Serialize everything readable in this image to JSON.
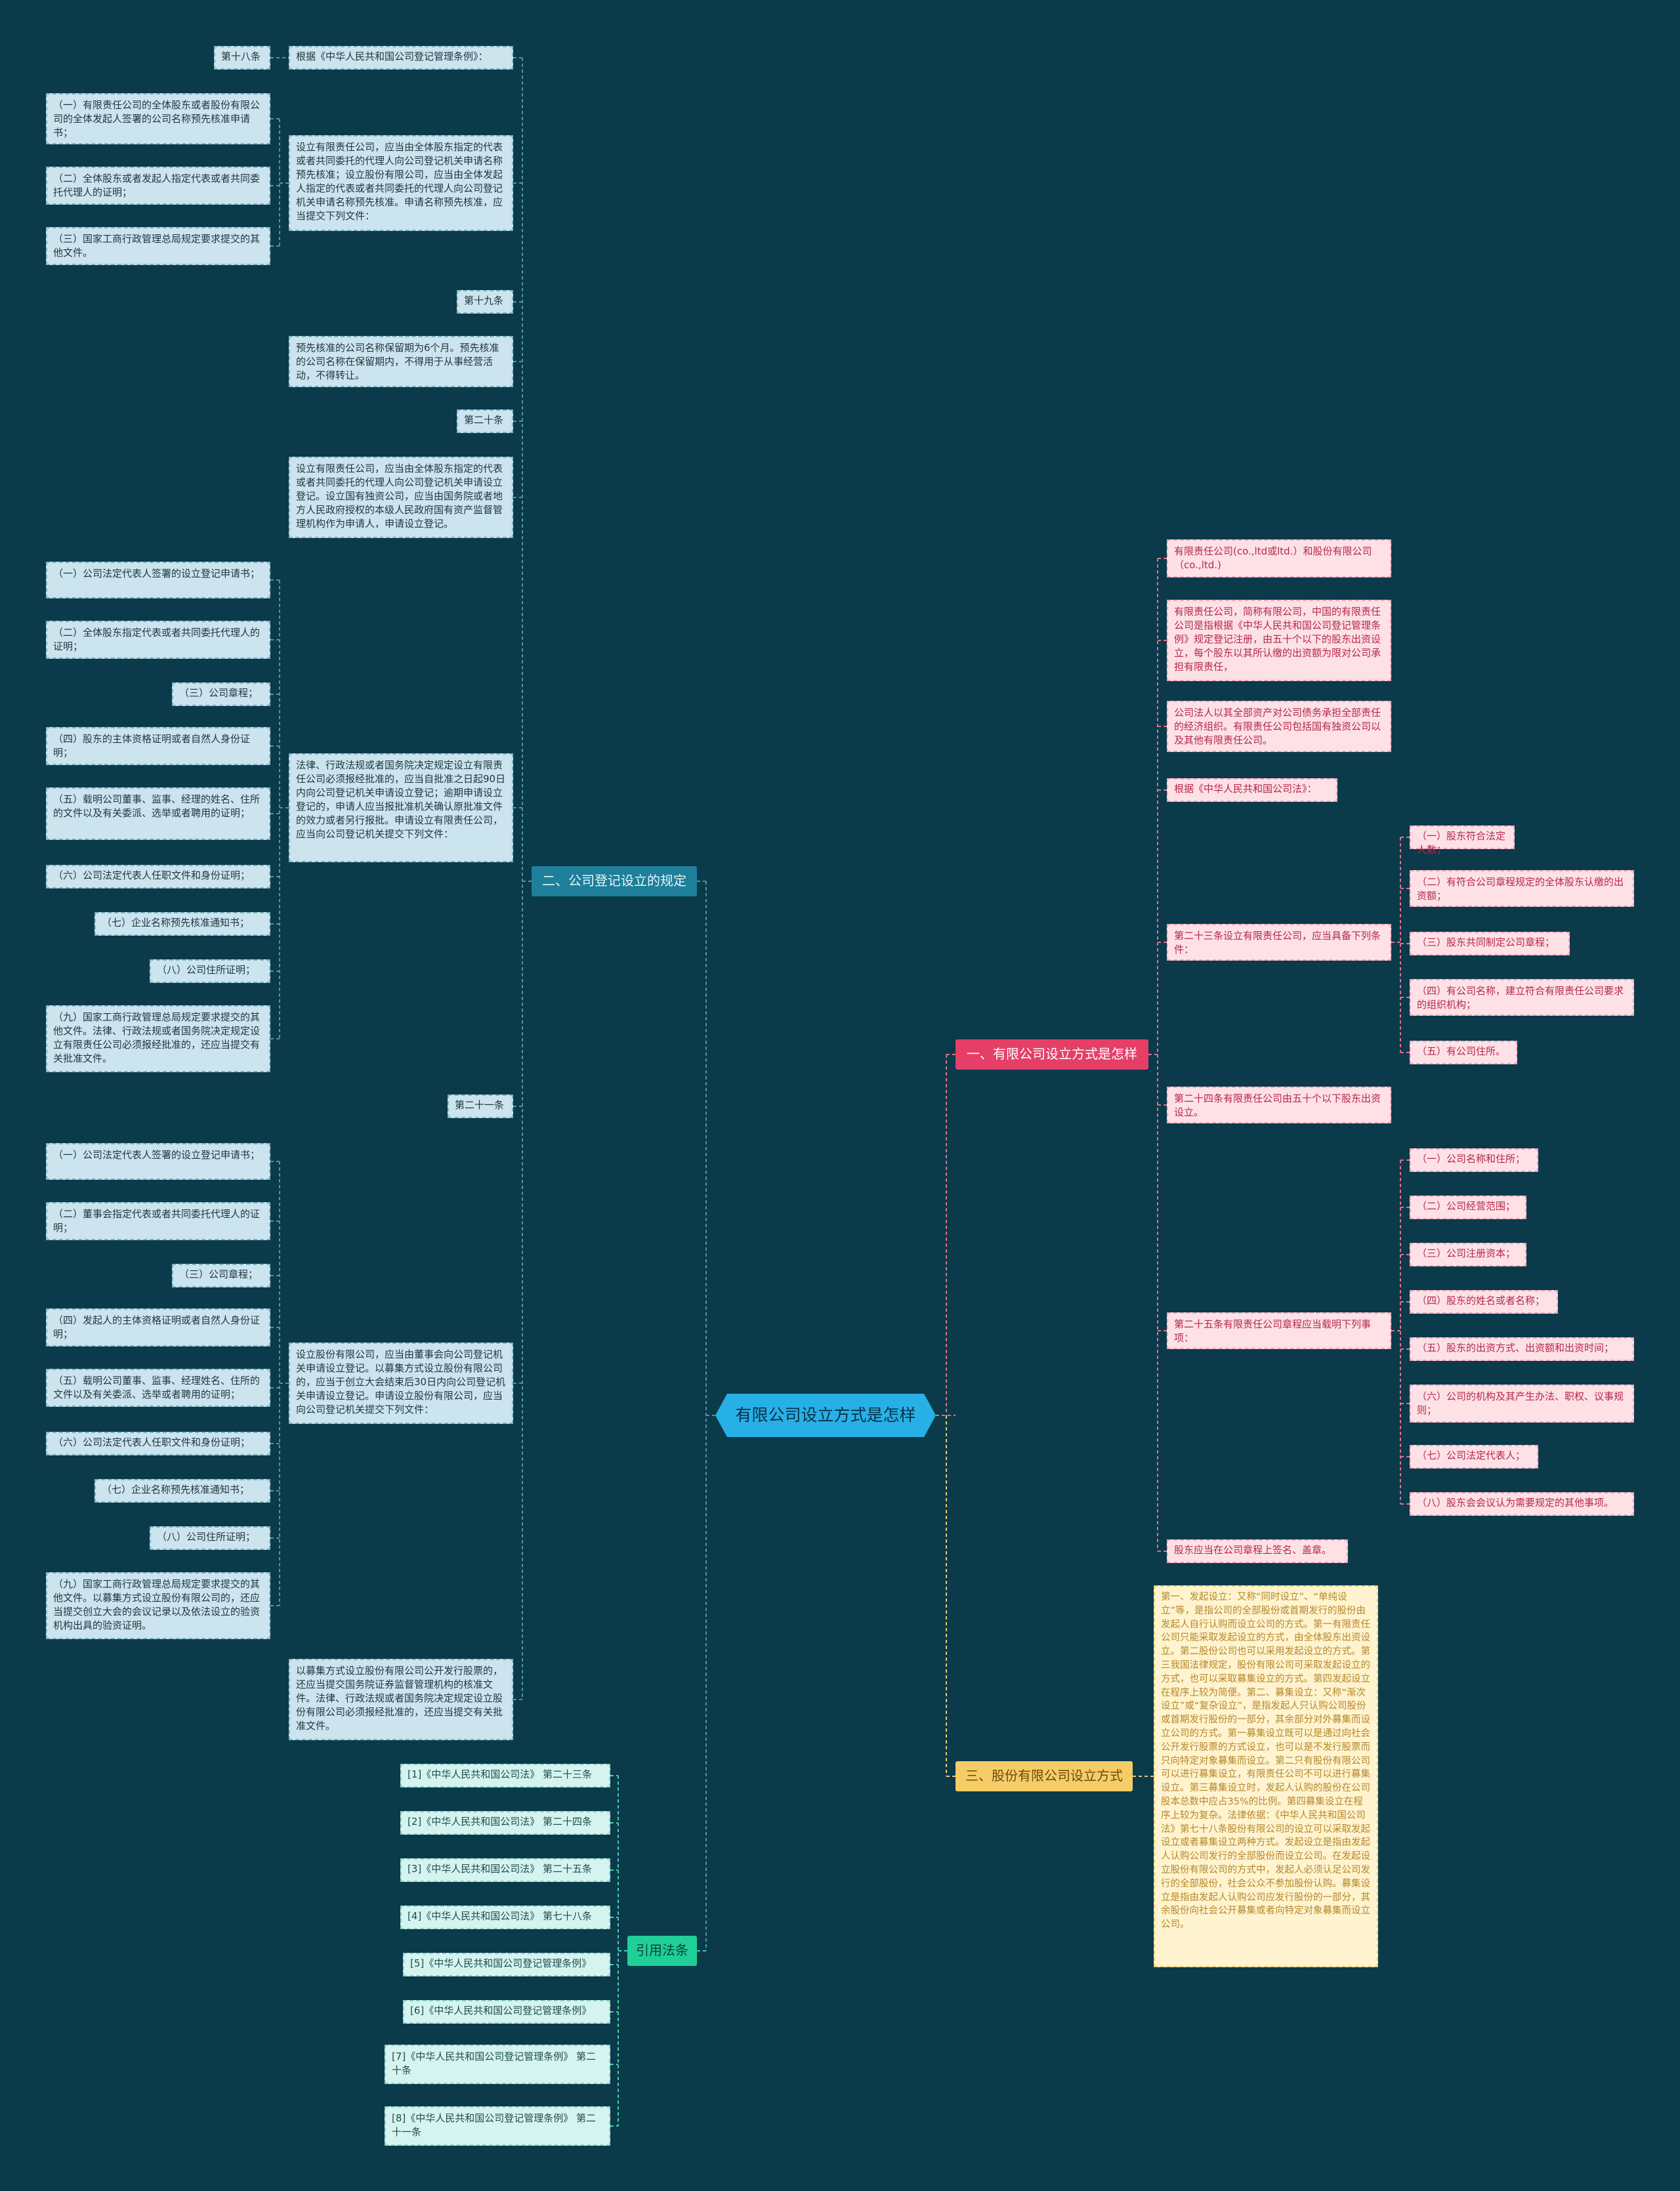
{
  "center": "有限公司设立方式是怎样",
  "branches": {
    "b1": "一、有限公司设立方式是怎样",
    "b2": "二、公司登记设立的规定",
    "b3": "三、股份有限公司设立方式",
    "b4": "引用法条"
  },
  "b1": {
    "intro": "有限责任公司(co.,ltd或ltd.）和股份有限公司（co.,ltd.)",
    "def": "有限责任公司，简称有限公司，中国的有限责任公司是指根据《中华人民共和国公司登记管理条例》规定登记注册，由五十个以下的股东出资设立，每个股东以其所认缴的出资额为限对公司承担有限责任，",
    "legal_person": "公司法人以其全部资产对公司债务承担全部责任的经济组织。有限责任公司包括国有独资公司以及其他有限责任公司。",
    "basis": "根据《中华人民共和国公司法》：",
    "art23": "第二十三条设立有限责任公司，应当具备下列条件：",
    "art23_items": [
      "（一）股东符合法定人数；",
      "（二）有符合公司章程规定的全体股东认缴的出资额；",
      "（三）股东共同制定公司章程；",
      "（四）有公司名称，建立符合有限责任公司要求的组织机构；",
      "（五）有公司住所。"
    ],
    "art24": "第二十四条有限责任公司由五十个以下股东出资设立。",
    "art25": "第二十五条有限责任公司章程应当载明下列事项：",
    "art25_items": [
      "（一）公司名称和住所；",
      "（二）公司经营范围；",
      "（三）公司注册资本；",
      "（四）股东的姓名或者名称；",
      "（五）股东的出资方式、出资额和出资时间；",
      "（六）公司的机构及其产生办法、职权、议事规则；",
      "（七）公司法定代表人；",
      "（八）股东会会议认为需要规定的其他事项。"
    ],
    "sign": "股东应当在公司章程上签名、盖章。"
  },
  "b3": {
    "text": "第一、发起设立：又称“同时设立”、“单纯设立”等，是指公司的全部股份或首期发行的股份由发起人自行认购而设立公司的方式。第一有限责任公司只能采取发起设立的方式，由全体股东出资设立。第二股份公司也可以采用发起设立的方式。第三我国法律规定，股份有限公司可采取发起设立的方式，也可以采取募集设立的方式。第四发起设立在程序上较为简便。第二、募集设立：又称“渐次设立”或“复杂设立”，是指发起人只认购公司股份或首期发行股份的一部分，其余部分对外募集而设立公司的方式。第一募集设立既可以是通过向社会公开发行股票的方式设立，也可以是不发行股票而只向特定对象募集而设立。第二只有股份有限公司可以进行募集设立，有限责任公司不可以进行募集设立。第三募集设立时，发起人认购的股份在公司股本总数中应占35%的比例。第四募集设立在程序上较为复杂。法律依据：《中华人民共和国公司法》第七十八条股份有限公司的设立可以采取发起设立或者募集设立两种方式。发起设立是指由发起人认购公司发行的全部股份而设立公司。在发起设立股份有限公司的方式中，发起人必须认足公司发行的全部股份，社会公众不参加股份认购。募集设立是指由发起人认购公司应发行股份的一部分，其余股份向社会公开募集或者向特定对象募集而设立公司。"
  },
  "b2": {
    "art18": "第十八条",
    "basis": "根据《中华人民共和国公司登记管理条例》：",
    "name_pre": "设立有限责任公司，应当由全体股东指定的代表或者共同委托的代理人向公司登记机关申请名称预先核准；设立股份有限公司，应当由全体发起人指定的代表或者共同委托的代理人向公司登记机关申请名称预先核准。申请名称预先核准，应当提交下列文件：",
    "name_items": [
      "（一）有限责任公司的全体股东或者股份有限公司的全体发起人签署的公司名称预先核准申请书；",
      "（二）全体股东或者发起人指定代表或者共同委托代理人的证明；",
      "（三）国家工商行政管理总局规定要求提交的其他文件。"
    ],
    "art19": "第十九条",
    "art19_text": "预先核准的公司名称保留期为6个月。预先核准的公司名称在保留期内，不得用于从事经营活动，不得转让。",
    "art20": "第二十条",
    "art20_text": "设立有限责任公司，应当由全体股东指定的代表或者共同委托的代理人向公司登记机关申请设立登记。设立国有独资公司，应当由国务院或者地方人民政府授权的本级人民政府国有资产监督管理机构作为申请人，申请设立登记。",
    "art20_approval": "法律、行政法规或者国务院决定规定设立有限责任公司必须报经批准的，应当自批准之日起90日内向公司登记机关申请设立登记；逾期申请设立登记的，申请人应当报批准机关确认原批准文件的效力或者另行报批。申请设立有限责任公司，应当向公司登记机关提交下列文件：",
    "art20_items": [
      "（一）公司法定代表人签署的设立登记申请书；",
      "（二）全体股东指定代表或者共同委托代理人的证明；",
      "（三）公司章程；",
      "（四）股东的主体资格证明或者自然人身份证明；",
      "（五）载明公司董事、监事、经理的姓名、住所的文件以及有关委派、选举或者聘用的证明；",
      "（六）公司法定代表人任职文件和身份证明；",
      "（七）企业名称预先核准通知书；",
      "（八）公司住所证明；",
      "（九）国家工商行政管理总局规定要求提交的其他文件。法律、行政法规或者国务院决定规定设立有限责任公司必须报经批准的，还应当提交有关批准文件。"
    ],
    "art21": "第二十一条",
    "art21_text": "设立股份有限公司，应当由董事会向公司登记机关申请设立登记。以募集方式设立股份有限公司的，应当于创立大会结束后30日内向公司登记机关申请设立登记。申请设立股份有限公司，应当向公司登记机关提交下列文件：",
    "art21_items": [
      "（一）公司法定代表人签署的设立登记申请书；",
      "（二）董事会指定代表或者共同委托代理人的证明；",
      "（三）公司章程；",
      "（四）发起人的主体资格证明或者自然人身份证明；",
      "（五）载明公司董事、监事、经理姓名、住所的文件以及有关委派、选举或者聘用的证明；",
      "（六）公司法定代表人任职文件和身份证明；",
      "（七）企业名称预先核准通知书；",
      "（八）公司住所证明；",
      "（九）国家工商行政管理总局规定要求提交的其他文件。以募集方式设立股份有限公司的，还应当提交创立大会的会议记录以及依法设立的验资机构出具的验资证明。"
    ],
    "art21_ipo": "以募集方式设立股份有限公司公开发行股票的，还应当提交国务院证券监督管理机构的核准文件。法律、行政法规或者国务院决定规定设立股份有限公司必须报经批准的，还应当提交有关批准文件。"
  },
  "b4": {
    "refs": [
      "[1]《中华人民共和国公司法》 第二十三条",
      "[2]《中华人民共和国公司法》 第二十四条",
      "[3]《中华人民共和国公司法》 第二十五条",
      "[4]《中华人民共和国公司法》 第七十八条",
      "[5]《中华人民共和国公司登记管理条例》",
      "[6]《中华人民共和国公司登记管理条例》",
      "[7]《中华人民共和国公司登记管理条例》 第二十条",
      "[8]《中华人民共和国公司登记管理条例》 第二十一条"
    ]
  },
  "colors": {
    "background": "#0b3a4b",
    "center": "#27b0e6",
    "branch_registration": "#1e7f9a",
    "branch_llc": "#e63f67",
    "branch_jsc": "#f6cc67",
    "branch_refs": "#1fcf97"
  }
}
